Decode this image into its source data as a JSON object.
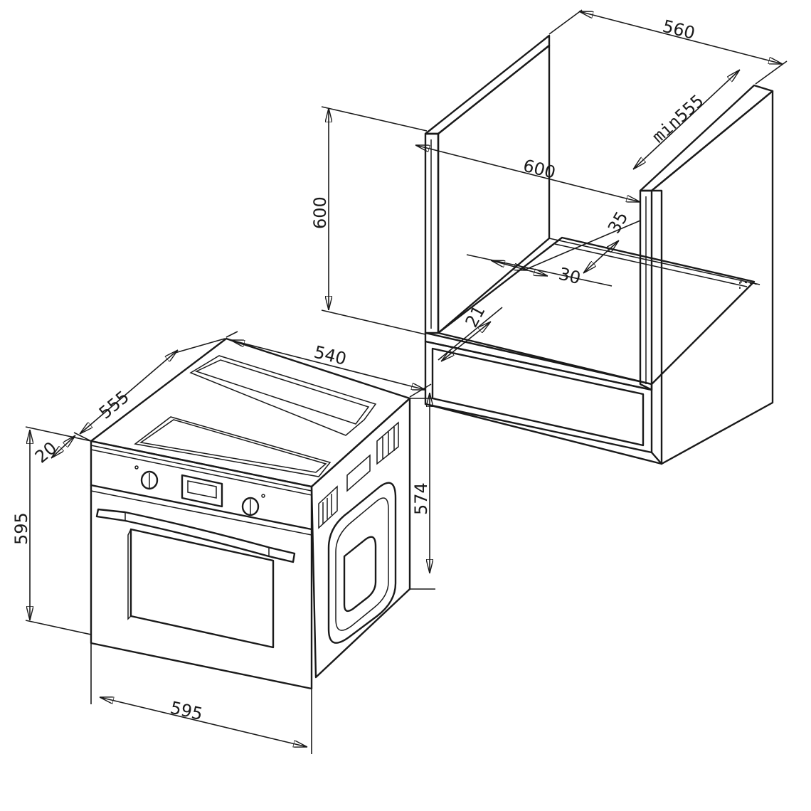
{
  "diagram": {
    "dimensions": {
      "cabinet_top_depth": "560",
      "cabinet_inner_depth": "min555",
      "cabinet_width": "600",
      "cabinet_height": "600",
      "cabinet_gap_35": "35",
      "cabinet_gap_30": "30",
      "cabinet_gap_21": "21",
      "oven_width_top": "540",
      "oven_depth": "555",
      "oven_front_lip": "20",
      "oven_height": "595",
      "oven_body_height": "574",
      "oven_front_width": "595"
    }
  }
}
